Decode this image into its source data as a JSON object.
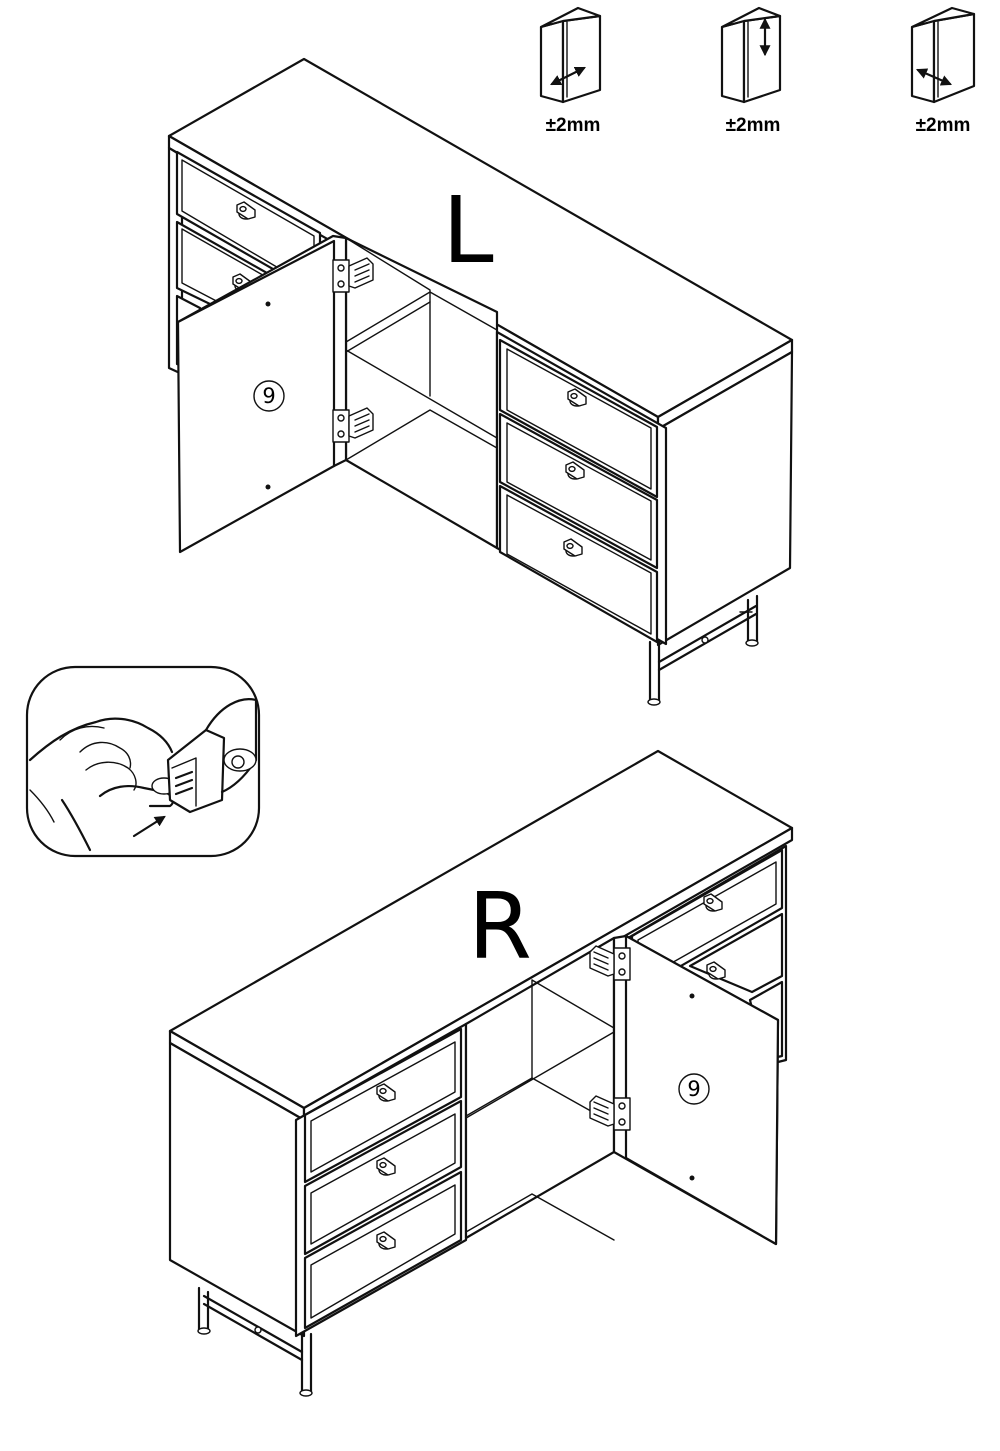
{
  "adjustments": [
    {
      "tolerance": "±2mm",
      "direction": "side-to-side"
    },
    {
      "tolerance": "±2mm",
      "direction": "up-down"
    },
    {
      "tolerance": "±2mm",
      "direction": "in-out"
    }
  ],
  "cabinet_left": {
    "label": "L",
    "door_part_number": "9"
  },
  "cabinet_right": {
    "label": "R",
    "door_part_number": "9"
  },
  "detail_icons": [
    "hand-icon",
    "hinge-clip-icon",
    "push-arrow-icon"
  ]
}
